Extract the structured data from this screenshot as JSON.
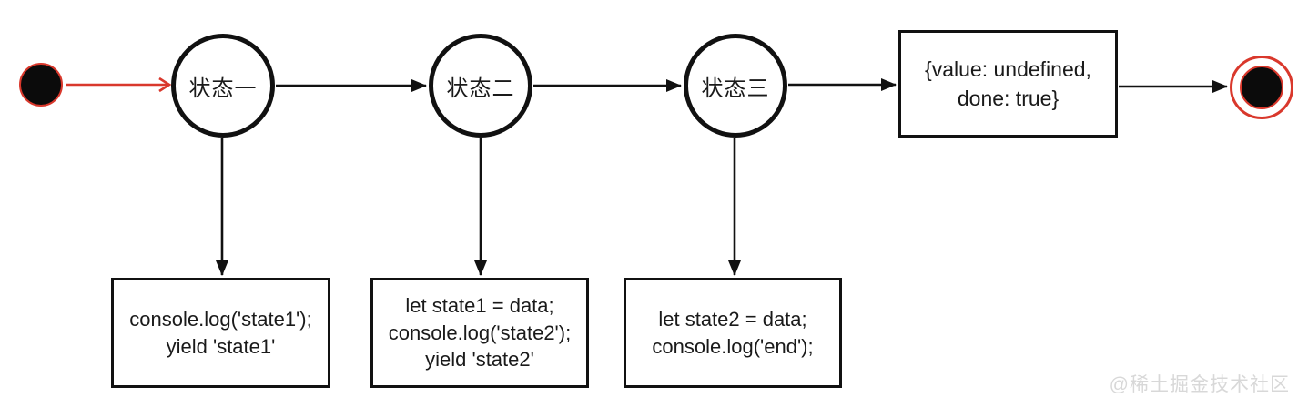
{
  "diagram": {
    "title_semantic": "generator-state-machine-diagram",
    "states": [
      {
        "label": "状态一"
      },
      {
        "label": "状态二"
      },
      {
        "label": "状态三"
      }
    ],
    "result_box": {
      "line1": "{value: undefined,",
      "line2": "done: true}"
    },
    "code_boxes": [
      {
        "lines": [
          "console.log('state1');",
          "yield 'state1'"
        ]
      },
      {
        "lines": [
          "let state1 = data;",
          "console.log('state2');",
          "yield 'state2'"
        ]
      },
      {
        "lines": [
          "let state2 = data;",
          "console.log('end');"
        ]
      }
    ],
    "watermark": "@稀土掘金技术社区",
    "colors": {
      "accent_red": "#d9382c",
      "line_black": "#111111",
      "watermark_gray": "#d8d8d8",
      "background": "#ffffff"
    }
  }
}
